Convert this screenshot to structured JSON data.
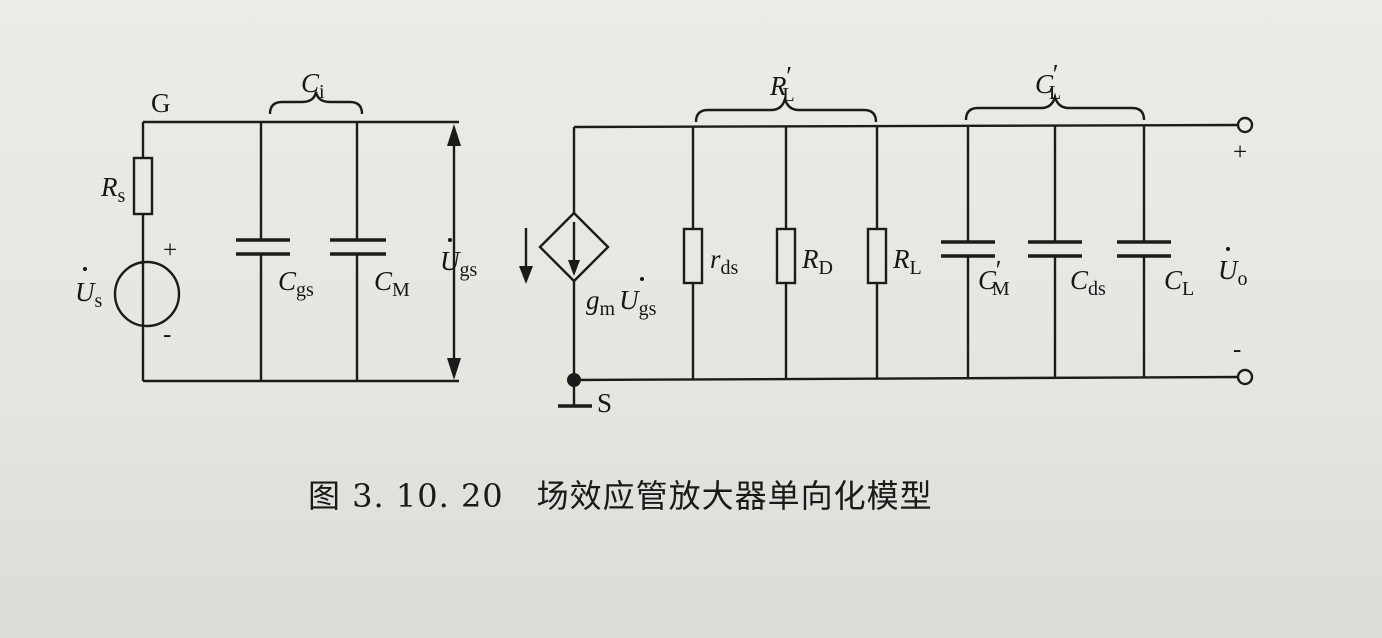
{
  "labels": {
    "gate": "G",
    "source": "S",
    "plus": "+",
    "minus": "-",
    "ci": {
      "main": "C",
      "sub": "i"
    },
    "rl_prime": {
      "main": "R",
      "sub": "L",
      "prime": "′"
    },
    "cl_prime": {
      "main": "C",
      "sub": "L",
      "prime": "′"
    },
    "rs": {
      "main": "R",
      "sub": "s"
    },
    "us": {
      "main": "U",
      "sub": "s"
    },
    "cgs": {
      "main": "C",
      "sub": "gs"
    },
    "cm": {
      "main": "C",
      "sub": "M"
    },
    "ugs": {
      "main": "U",
      "sub": "gs"
    },
    "gm_ugs": {
      "g": "g",
      "g_sub": "m",
      "u": "U",
      "u_sub": "gs"
    },
    "rds": {
      "main": "r",
      "sub": "ds"
    },
    "rd": {
      "main": "R",
      "sub": "D"
    },
    "rl": {
      "main": "R",
      "sub": "L"
    },
    "cm_prime": {
      "main": "C",
      "sub": "M",
      "prime": "′"
    },
    "cds": {
      "main": "C",
      "sub": "ds"
    },
    "cl": {
      "main": "C",
      "sub": "L"
    },
    "uo": {
      "main": "U",
      "sub": "o"
    }
  },
  "caption": "图 3. 10. 20　场效应管放大器单向化模型"
}
